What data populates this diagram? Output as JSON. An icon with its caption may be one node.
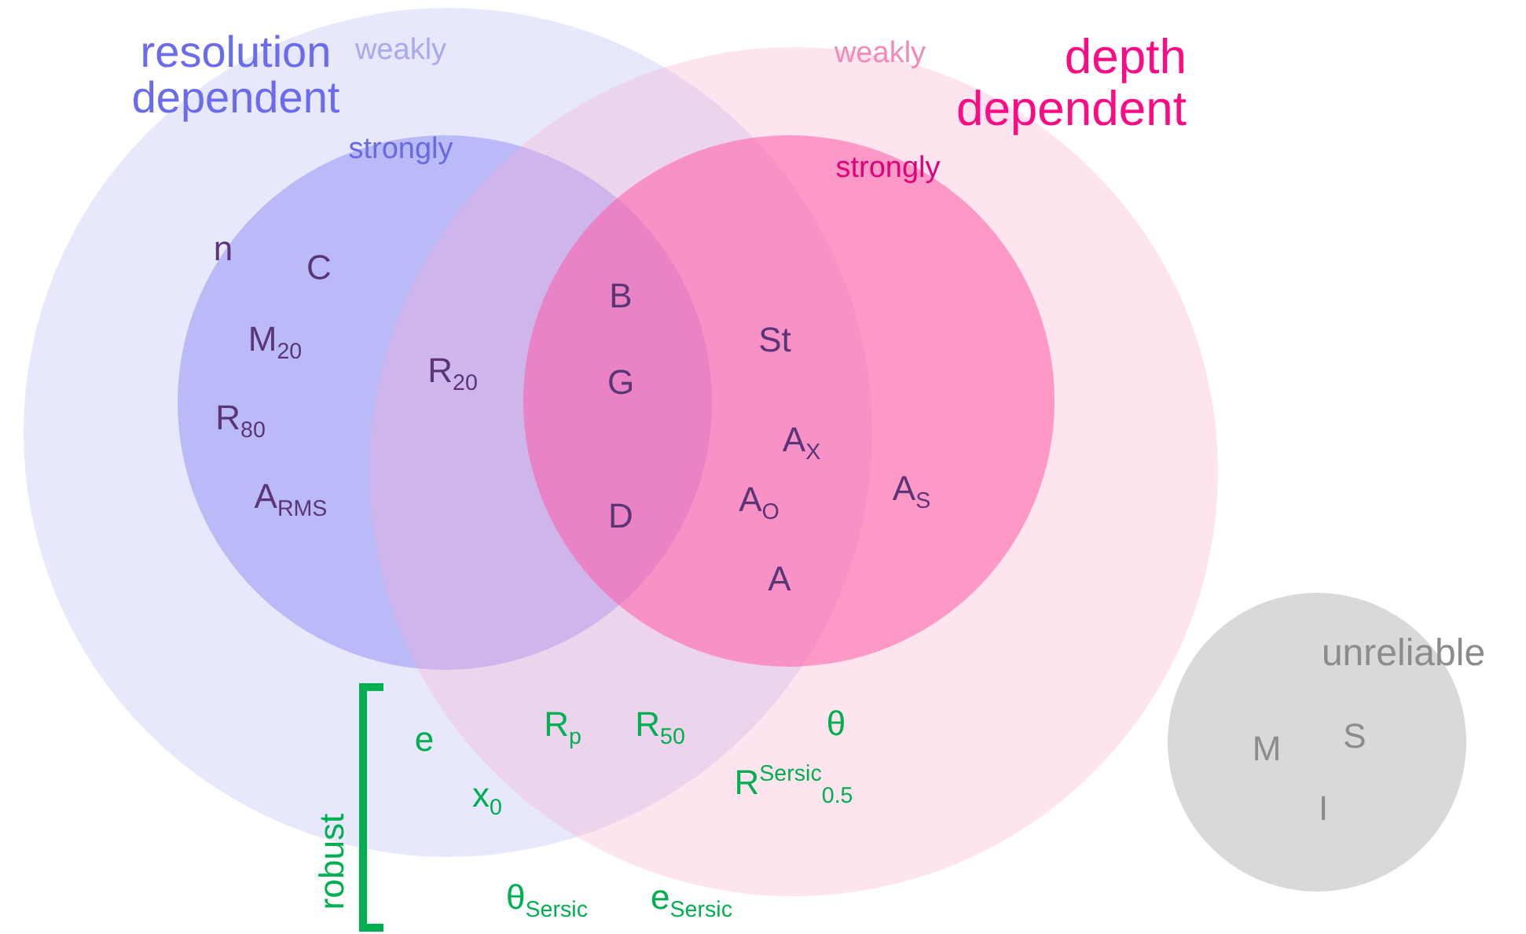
{
  "diagram": {
    "nodes": [
      {
        "text": [
          "weakly"
        ]
      },
      {
        "text": [
          "strongly"
        ],
        "in": 0
      },
      {
        "text": [
          "weakly"
        ]
      },
      {
        "text": [
          "strongly"
        ],
        "in": 2
      },
      {
        "text": [
          "unreliable"
        ]
      }
    ],
    "labels": [
      "resolution dependent",
      "depth dependent",
      "n",
      "C",
      "M$_{20}$",
      "St",
      "R$_{20}$",
      "B",
      "G",
      "R$_{80}$",
      "A$_{X}$",
      "A$_{S}$",
      "A$_{O}$",
      "A$_{RMS}$",
      "D",
      "A",
      "e",
      "R$_{p}$",
      "R$_{50}$",
      "θ",
      "x$_{0}$",
      "R$^{Sersic}$$_{0.5}$",
      "M",
      "S",
      "I",
      "robust",
      "θ$_{Sersic}$",
      "e$_{Sersic}$"
    ]
  }
}
